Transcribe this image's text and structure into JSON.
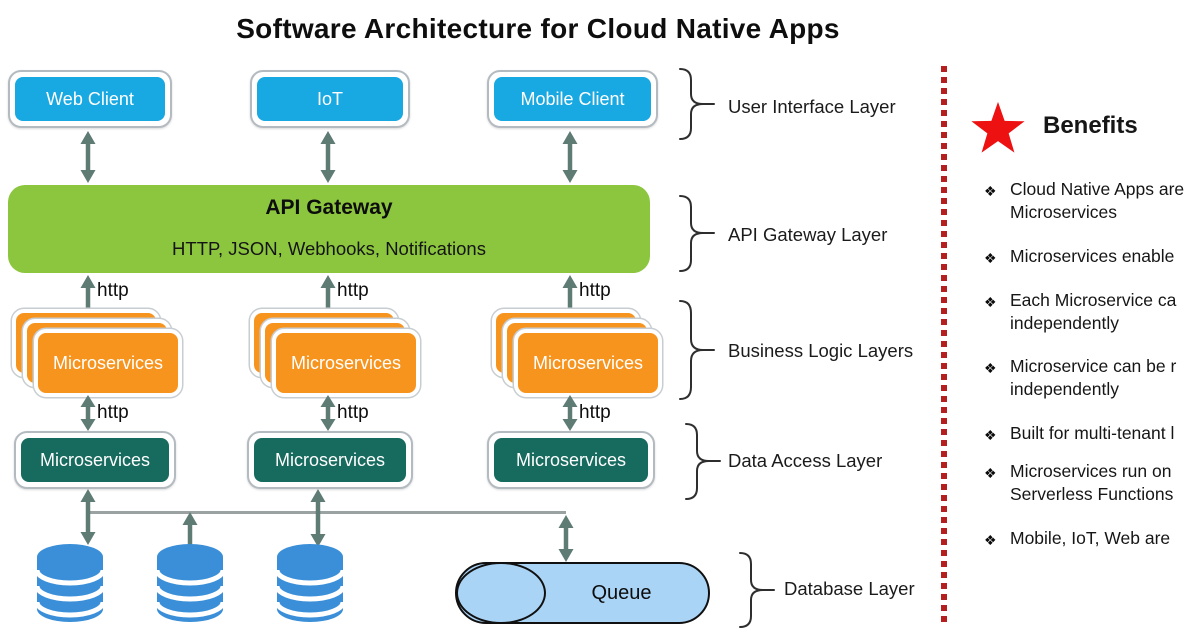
{
  "title": "Software Architecture for Cloud Native Apps",
  "colors": {
    "client-blue": "#18A8E2",
    "gateway-green": "#8CC63F",
    "orange": "#F7941E",
    "teal": "#176A5E",
    "db-blue": "#3A8FD8",
    "queue-blue": "#AAD4F6",
    "arrow": "#5E7B74",
    "line": "#9AA3A2",
    "star-red": "#EE1111",
    "divider-red": "#B41F1F"
  },
  "http_label": "http",
  "layers": {
    "ui": {
      "label": "User Interface Layer",
      "boxes": [
        "Web Client",
        "IoT",
        "Mobile Client"
      ]
    },
    "gateway": {
      "label": "API Gateway Layer",
      "title": "API Gateway",
      "subtitle": "HTTP, JSON, Webhooks, Notifications"
    },
    "business": {
      "label": "Business Logic Layers",
      "box": "Microservices"
    },
    "data_access": {
      "label": "Data Access Layer",
      "box": "Microservices"
    },
    "database": {
      "label": "Database Layer",
      "queue": "Queue"
    }
  },
  "benefits": {
    "heading": "Benefits",
    "items": [
      {
        "text": "Cloud Native Apps are\nMicroservices"
      },
      {
        "text": "Microservices enable"
      },
      {
        "text": "Each Microservice ca\nindependently"
      },
      {
        "text": "Microservice can be r\nindependently"
      },
      {
        "text": "Built for multi-tenant l"
      },
      {
        "text": "Microservices run on\nServerless Functions"
      },
      {
        "text": "Mobile, IoT, Web are"
      }
    ]
  }
}
